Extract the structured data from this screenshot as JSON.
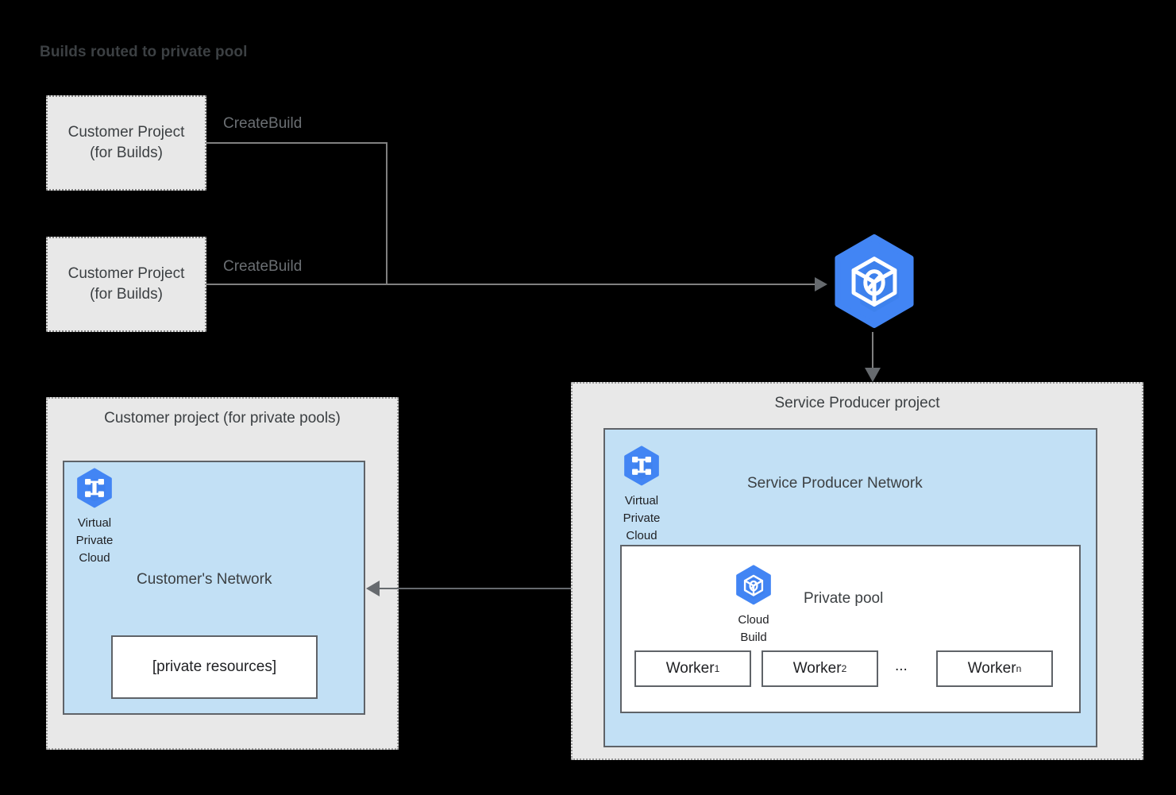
{
  "title": "Builds routed to private pool",
  "colors": {
    "background": "#000000",
    "project_fill": "#e8e8e8",
    "network_fill": "#c2e0f5",
    "border_grey": "#5f6368",
    "line_grey": "#808080",
    "gcp_blue": "#4285f4",
    "text_dark": "#3c4043"
  },
  "build_projects": [
    {
      "line1": "Customer Project",
      "line2": "(for Builds)",
      "edge_label": "CreateBuild"
    },
    {
      "line1": "Customer Project",
      "line2": "(for Builds)",
      "edge_label": "CreateBuild"
    }
  ],
  "cloud_build_service": {
    "icon": "cloud-build-icon"
  },
  "customer_project": {
    "title": "Customer project (for private pools)",
    "network": {
      "title": "Customer's Network",
      "vpc_icon_caption": [
        "Virtual",
        "Private",
        "Cloud"
      ],
      "resource_box_label": "[private resources]"
    }
  },
  "service_producer_project": {
    "title": "Service Producer project",
    "network": {
      "title": "Service Producer Network",
      "vpc_icon_caption": [
        "Virtual",
        "Private",
        "Cloud"
      ]
    },
    "private_pool": {
      "label": "Private pool",
      "cloud_build_icon_caption": [
        "Cloud",
        "Build"
      ],
      "workers": [
        {
          "name": "Worker",
          "subscript": "1"
        },
        {
          "name": "Worker",
          "subscript": "2"
        },
        {
          "name": "Worker",
          "subscript": "n"
        }
      ],
      "ellipsis": "..."
    }
  }
}
